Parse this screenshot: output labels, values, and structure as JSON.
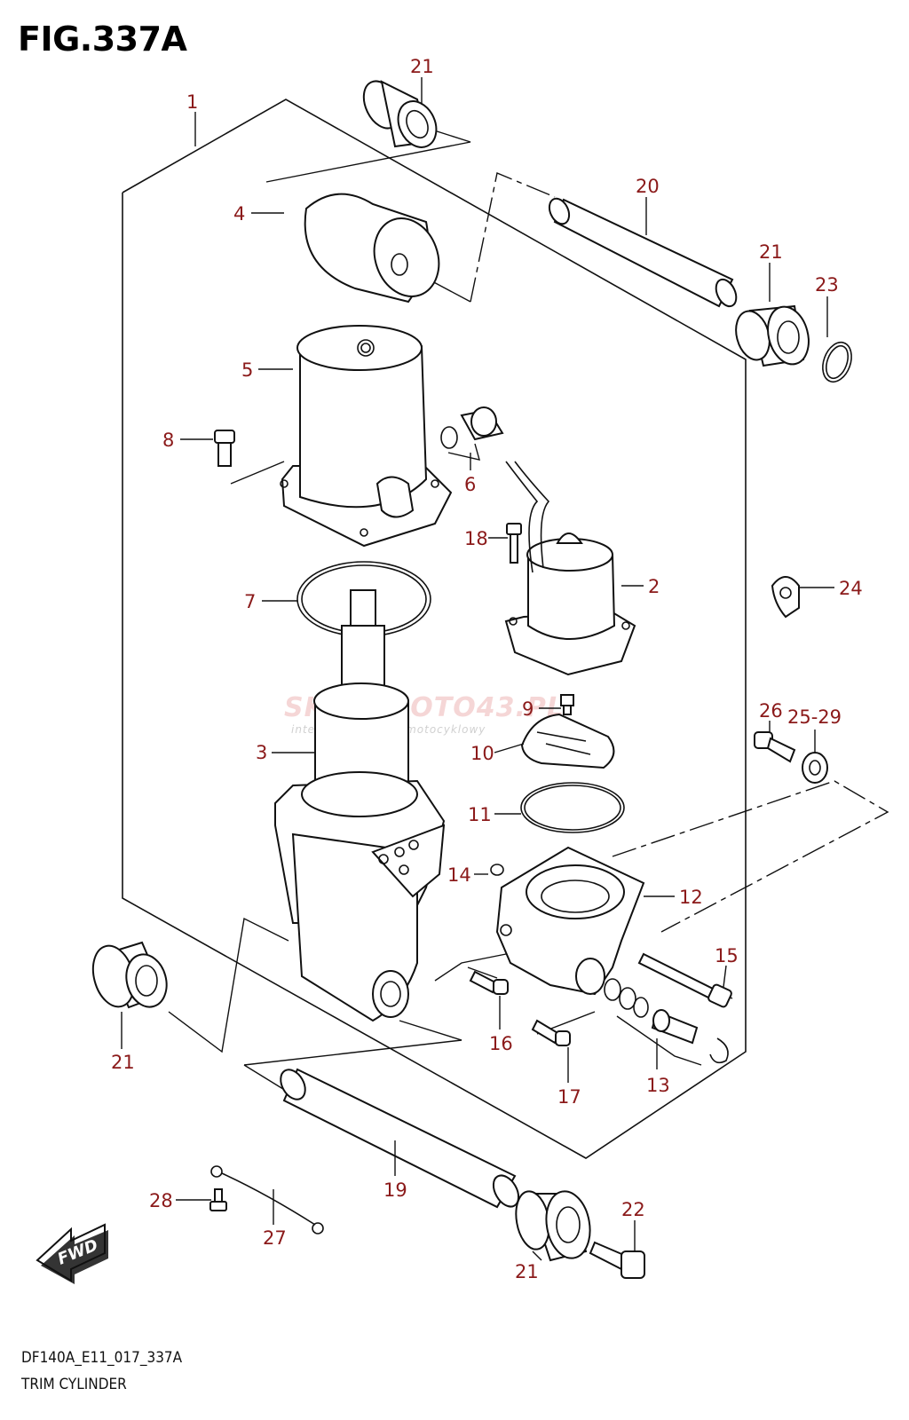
{
  "figure": {
    "title": "FIG.337A",
    "code": "DF140A_E11_017_337A",
    "caption": "TRIM CYLINDER",
    "watermark": "SKLEPMOTO43.PL",
    "watermark_sub": "internetowy sklep motocyklowy",
    "fwd_label": "FWD",
    "callout_color": "#8b1a1a"
  },
  "callouts": [
    {
      "id": "c1",
      "text": "1"
    },
    {
      "id": "c2",
      "text": "2"
    },
    {
      "id": "c3",
      "text": "3"
    },
    {
      "id": "c4",
      "text": "4"
    },
    {
      "id": "c5",
      "text": "5"
    },
    {
      "id": "c6",
      "text": "6"
    },
    {
      "id": "c7",
      "text": "7"
    },
    {
      "id": "c8",
      "text": "8"
    },
    {
      "id": "c9",
      "text": "9"
    },
    {
      "id": "c10",
      "text": "10"
    },
    {
      "id": "c11",
      "text": "11"
    },
    {
      "id": "c12",
      "text": "12"
    },
    {
      "id": "c13",
      "text": "13"
    },
    {
      "id": "c14",
      "text": "14"
    },
    {
      "id": "c15",
      "text": "15"
    },
    {
      "id": "c16",
      "text": "16"
    },
    {
      "id": "c17",
      "text": "17"
    },
    {
      "id": "c18",
      "text": "18"
    },
    {
      "id": "c19",
      "text": "19"
    },
    {
      "id": "c20",
      "text": "20"
    },
    {
      "id": "c21a",
      "text": "21"
    },
    {
      "id": "c21b",
      "text": "21"
    },
    {
      "id": "c21c",
      "text": "21"
    },
    {
      "id": "c21d",
      "text": "21"
    },
    {
      "id": "c22",
      "text": "22"
    },
    {
      "id": "c23",
      "text": "23"
    },
    {
      "id": "c24",
      "text": "24"
    },
    {
      "id": "c25",
      "text": "25-29"
    },
    {
      "id": "c26",
      "text": "26"
    },
    {
      "id": "c27",
      "text": "27"
    },
    {
      "id": "c28",
      "text": "28"
    }
  ]
}
